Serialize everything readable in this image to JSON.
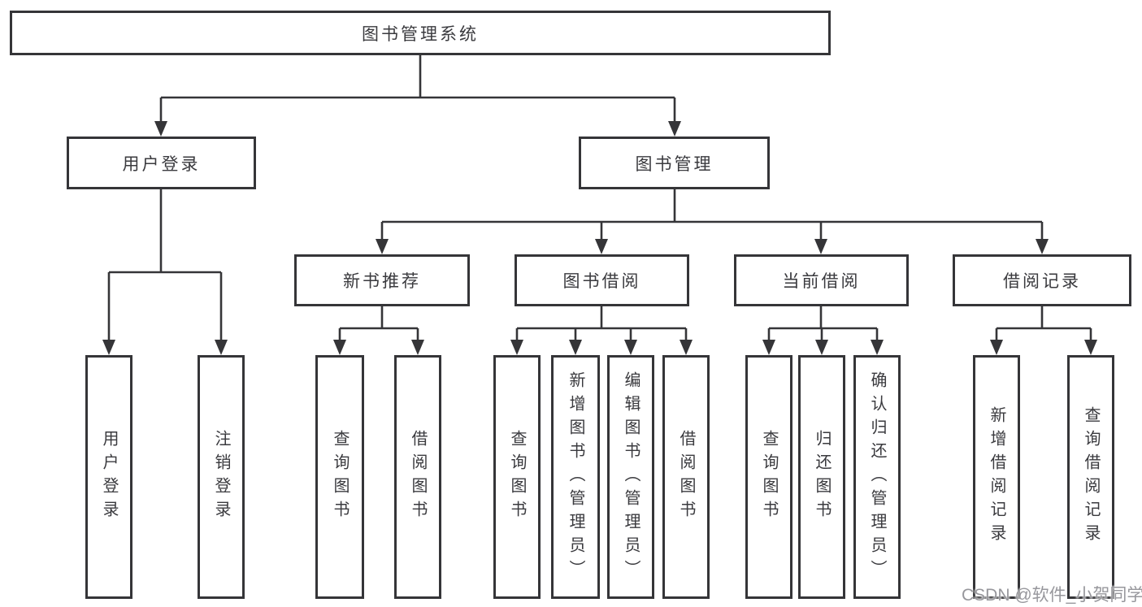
{
  "diagram": {
    "nodes": {
      "root": {
        "label": "图书管理系统"
      },
      "user_login": {
        "label": "用户登录"
      },
      "book_mgmt": {
        "label": "图书管理"
      },
      "new_book_rec": {
        "label": "新书推荐"
      },
      "book_borrow": {
        "label": "图书借阅"
      },
      "current_borrow": {
        "label": "当前借阅"
      },
      "borrow_record": {
        "label": "借阅记录"
      },
      "leaf_user_login": {
        "label": "用户登录"
      },
      "leaf_logout": {
        "label": "注销登录"
      },
      "leaf_query_book_1": {
        "label": "查询图书"
      },
      "leaf_borrow_book_1": {
        "label": "借阅图书"
      },
      "leaf_query_book_2": {
        "label": "查询图书"
      },
      "leaf_add_book": {
        "label": "新增图书（管理员）"
      },
      "leaf_edit_book": {
        "label": "编辑图书（管理员）"
      },
      "leaf_borrow_book_2": {
        "label": "借阅图书"
      },
      "leaf_query_book_3": {
        "label": "查询图书"
      },
      "leaf_return_book": {
        "label": "归还图书"
      },
      "leaf_confirm_return": {
        "label": "确认归还（管理员）"
      },
      "leaf_add_record": {
        "label": "新增借阅记录"
      },
      "leaf_query_record": {
        "label": "查询借阅记录"
      }
    },
    "watermark": {
      "text": "CSDN @软件_小贺同学"
    },
    "colors": {
      "line": "#353538",
      "text": "#3a3a3e",
      "background": "#ffffff",
      "watermark": "#97979c"
    }
  }
}
